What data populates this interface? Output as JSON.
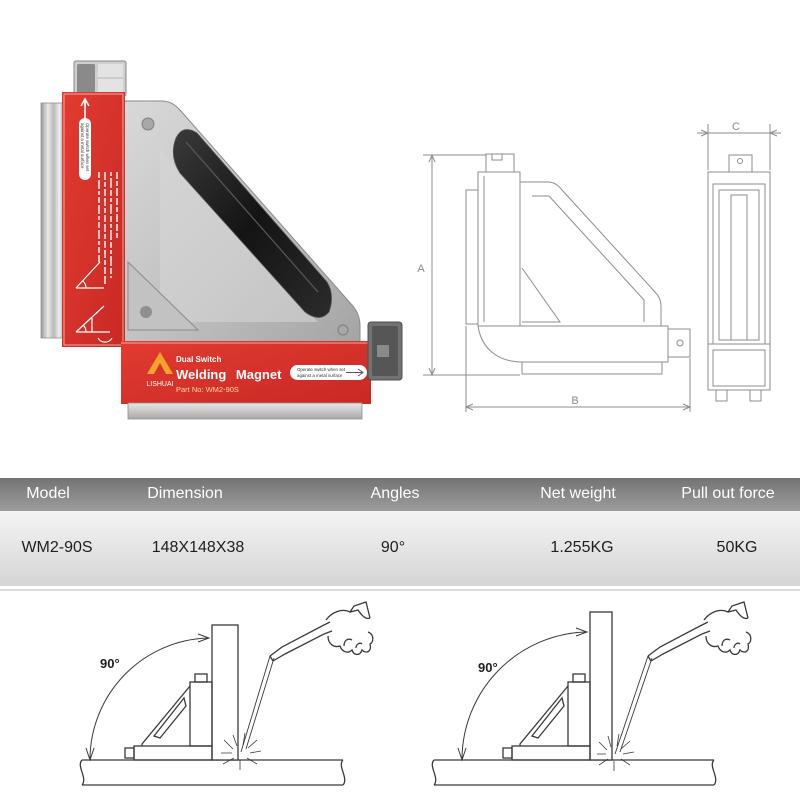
{
  "product_photo": {
    "logo_text": "LISHUAI",
    "label_title_small": "Dual Switch",
    "label_title": "Welding Magnet",
    "part_no": "Part No: WM2-90S",
    "switch_note_line1": "Operate switch when set",
    "switch_note_line2": "against a metal surface",
    "side_note_line1": "Operate switch when set",
    "side_note_line2": "against a metal surface"
  },
  "drawing": {
    "dim_a": "A",
    "dim_b": "B",
    "dim_c": "C"
  },
  "spec_table": {
    "headers": [
      "Model",
      "Dimension",
      "Angles",
      "Net weight",
      "Pull out force"
    ],
    "rows": [
      [
        "WM2-90S",
        "148X148X38",
        "90°",
        "1.255KG",
        "50KG"
      ]
    ]
  },
  "usage_diagrams": [
    {
      "angle_label": "90°"
    },
    {
      "angle_label": "90°"
    }
  ],
  "colors": {
    "label_red": "#d8322c",
    "header_grey": "#8a8a8a",
    "row_grey": "#e4e4e4",
    "logo_orange": "#f2a329"
  }
}
